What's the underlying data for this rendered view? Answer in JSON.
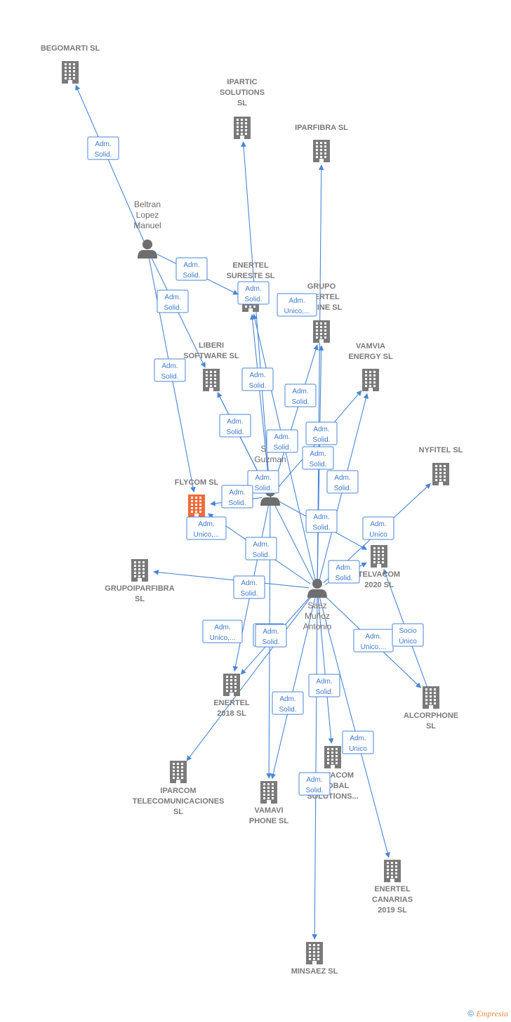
{
  "colors": {
    "edge": "#4a86d6",
    "building": "#7a7a7a",
    "highlight": "#f06b3a",
    "person": "#6e6e6e"
  },
  "nodes": [
    {
      "id": "begomarti",
      "type": "company",
      "label": [
        "BEGOMARTI SL"
      ]
    },
    {
      "id": "ipartic",
      "type": "company",
      "label": [
        "IPARTIC",
        "SOLUTIONS",
        "SL"
      ]
    },
    {
      "id": "iparfibra",
      "type": "company",
      "label": [
        "IPARFIBRA  SL"
      ]
    },
    {
      "id": "beltran",
      "type": "person",
      "label": [
        "Beltran",
        "Lopez",
        "Manuel"
      ]
    },
    {
      "id": "enertel_sureste",
      "type": "company",
      "label": [
        "ENERTEL",
        "SURESTE  SL"
      ]
    },
    {
      "id": "grupo_enertel",
      "type": "company",
      "label": [
        "GRUPO",
        "ENERTEL",
        "ONLINE  SL"
      ]
    },
    {
      "id": "liberi",
      "type": "company",
      "label": [
        "LIBERI",
        "SOFTWARE  SL"
      ]
    },
    {
      "id": "vamvia",
      "type": "company",
      "label": [
        "VAMVIA",
        "ENERGY  SL"
      ]
    },
    {
      "id": "saez_guzman",
      "type": "person",
      "label": [
        "Saez",
        "Guzman"
      ]
    },
    {
      "id": "nyfitel",
      "type": "company",
      "label": [
        "NYFITEL  SL"
      ]
    },
    {
      "id": "flycom",
      "type": "company",
      "highlight": true,
      "label": [
        "FLYCOM  SL"
      ]
    },
    {
      "id": "telvacom",
      "type": "company",
      "label": [
        "TELVACOM",
        "2020  SL"
      ]
    },
    {
      "id": "grupoiparfibra",
      "type": "company",
      "label": [
        "GRUPOIPARFIBRA",
        "SL"
      ]
    },
    {
      "id": "saez_munoz",
      "type": "person",
      "label": [
        "Saez",
        "Muñoz",
        "Antonio"
      ]
    },
    {
      "id": "enertel2018",
      "type": "company",
      "label": [
        "ENERTEL",
        "2018  SL"
      ]
    },
    {
      "id": "alcorphone",
      "type": "company",
      "label": [
        "ALCORPHONE",
        "SL"
      ]
    },
    {
      "id": "iparcom",
      "type": "company",
      "label": [
        "IPARCOM",
        "TELECOMUNICACIONES",
        "SL"
      ]
    },
    {
      "id": "vamavi",
      "type": "company",
      "label": [
        "VAMAVI",
        "PHONE  SL"
      ]
    },
    {
      "id": "telvacom_global",
      "type": "company",
      "label": [
        "TELVACOM",
        "GLOBAL",
        "SOLUTIONS..."
      ]
    },
    {
      "id": "enertel_canarias",
      "type": "company",
      "label": [
        "ENERTEL",
        "CANARIAS",
        "2019  SL"
      ]
    },
    {
      "id": "minsaez",
      "type": "company",
      "label": [
        "MINSAEZ SL"
      ]
    }
  ],
  "edges": [
    {
      "from": "beltran",
      "to": "begomarti",
      "label": [
        "Adm.",
        "Solid."
      ]
    },
    {
      "from": "beltran",
      "to": "enertel_sureste",
      "label": [
        "Adm.",
        "Solid."
      ]
    },
    {
      "from": "beltran",
      "to": "liberi",
      "label": [
        "Adm.",
        "Solid."
      ]
    },
    {
      "from": "beltran",
      "to": "flycom",
      "label": [
        "Adm.",
        "Solid."
      ]
    },
    {
      "from": "saez_guzman",
      "to": "ipartic",
      "label": [
        "Adm.",
        "Solid."
      ]
    },
    {
      "from": "saez_munoz",
      "to": "grupo_enertel",
      "label": [
        "Adm.",
        "Unico,..."
      ]
    },
    {
      "from": "saez_guzman",
      "to": "enertel_sureste",
      "label": [
        "Adm.",
        "Solid."
      ]
    },
    {
      "from": "saez_munoz",
      "to": "iparfibra",
      "label": [
        "Adm.",
        "Solid."
      ]
    },
    {
      "from": "saez_guzman",
      "to": "grupo_enertel",
      "label": [
        "Adm.",
        "Solid."
      ]
    },
    {
      "from": "saez_guzman",
      "to": "vamvia",
      "label": [
        "Adm.",
        "Solid."
      ]
    },
    {
      "from": "saez_guzman",
      "to": "liberi",
      "label": [
        "Adm.",
        "Solid."
      ]
    },
    {
      "from": "saez_munoz",
      "to": "liberi",
      "label": [
        "Adm.",
        "Solid."
      ]
    },
    {
      "from": "saez_munoz",
      "to": "vamvia",
      "label": [
        "Adm.",
        "Solid."
      ]
    },
    {
      "from": "saez_munoz",
      "to": "enertel_sureste",
      "label": [
        "Adm.",
        "Solid."
      ]
    },
    {
      "from": "saez_guzman",
      "to": "flycom",
      "label": [
        "Adm.",
        "Solid."
      ]
    },
    {
      "from": "saez_munoz",
      "to": "grupoiparfibra",
      "label": [
        "Adm.",
        "Unico,..."
      ]
    },
    {
      "from": "saez_guzman",
      "to": "telvacom",
      "label": [
        "Adm.",
        "Solid."
      ]
    },
    {
      "from": "saez_munoz",
      "to": "nyfitel",
      "label": [
        "Adm.",
        "Unico"
      ]
    },
    {
      "from": "saez_munoz",
      "to": "telvacom",
      "label": [
        "Adm.",
        "Solid."
      ]
    },
    {
      "from": "saez_munoz",
      "to": "flycom",
      "label": [
        "Adm.",
        "Solid."
      ]
    },
    {
      "from": "saez_guzman",
      "to": "enertel2018",
      "label": [
        "Adm.",
        "Solid."
      ]
    },
    {
      "from": "saez_munoz",
      "to": "iparcom",
      "label": [
        "Adm.",
        "Unico,..."
      ]
    },
    {
      "from": "saez_munoz",
      "to": "enertel2018",
      "label": [
        "Adm.",
        "Solid."
      ]
    },
    {
      "from": "saez_guzman",
      "to": "vamavi",
      "label": [
        "Adm.",
        "Solid."
      ]
    },
    {
      "from": "saez_munoz",
      "to": "alcorphone",
      "label": [
        "Adm.",
        "Unico,..."
      ]
    },
    {
      "from": "alcorphone",
      "to": "telvacom",
      "label": [
        "Socio",
        "Único"
      ]
    },
    {
      "from": "saez_munoz",
      "to": "telvacom_global",
      "label": [
        "Adm.",
        "Solid."
      ]
    },
    {
      "from": "saez_munoz",
      "to": "vamavi",
      "label": [
        "Adm.",
        "Solid."
      ]
    },
    {
      "from": "saez_munoz",
      "to": "enertel_canarias",
      "label": [
        "Adm.",
        "Unico"
      ]
    },
    {
      "from": "saez_munoz",
      "to": "minsaez",
      "label": [
        "Adm.",
        "Solid."
      ]
    }
  ],
  "footer": {
    "copyright": "©",
    "brand": "Empresia"
  }
}
